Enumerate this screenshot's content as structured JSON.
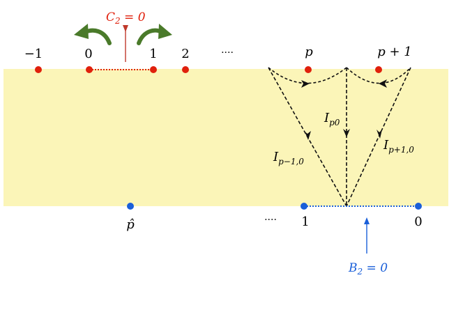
{
  "colors": {
    "strip": "#fbf5b8",
    "top_points": "#e0200c",
    "bottom_points": "#1a5fd9",
    "green_arrows": "#4a7a2a",
    "c2_label": "#e0200c",
    "b2_label": "#1a5fd9",
    "dashed": "#111111"
  },
  "top_row": {
    "labels": {
      "minus_one": "−1",
      "zero": "0",
      "one": "1",
      "two": "2",
      "dots": "····",
      "p": "p",
      "p_plus_one": "p + 1"
    },
    "constraint": {
      "symbol": "C",
      "subscript": "2",
      "rhs": " = 0"
    }
  },
  "bottom_row": {
    "labels": {
      "p_hat": "p̂",
      "dots": "····",
      "one": "1",
      "zero": "0"
    },
    "constraint": {
      "symbol": "B",
      "subscript": "2",
      "rhs": " = 0"
    }
  },
  "integrals": {
    "i_p0": {
      "symbol": "I",
      "subscript": "p0"
    },
    "i_pm1": {
      "symbol": "I",
      "subscript": "p−1,0"
    },
    "i_pp1": {
      "symbol": "I",
      "subscript": "p+1,0"
    }
  },
  "icons": {
    "left_arrow": "curved-arrow-left-icon",
    "right_arrow": "curved-arrow-right-icon"
  }
}
